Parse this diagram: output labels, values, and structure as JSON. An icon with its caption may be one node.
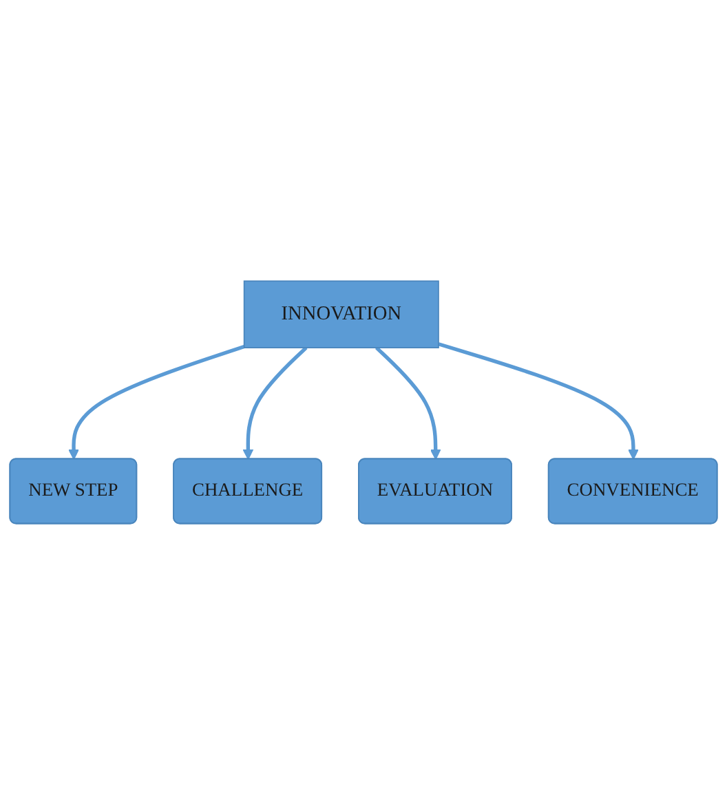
{
  "diagram": {
    "nodes": [
      {
        "text": [
          "NEW STEP"
        ]
      },
      {
        "text": [
          "CHALLENGE"
        ]
      },
      {
        "text": [
          "INNOVATION"
        ]
      },
      {
        "text": [
          "EVALUATION"
        ]
      },
      {
        "text": [
          "CONVENIENCE"
        ]
      }
    ],
    "edges": [
      {
        "from": 2,
        "to": 0,
        "arrow": "to"
      },
      {
        "from": 2,
        "to": 1,
        "arrow": "to"
      },
      {
        "from": 2,
        "to": 3,
        "arrow": "to"
      },
      {
        "from": 2,
        "to": 4,
        "arrow": "to"
      }
    ]
  }
}
